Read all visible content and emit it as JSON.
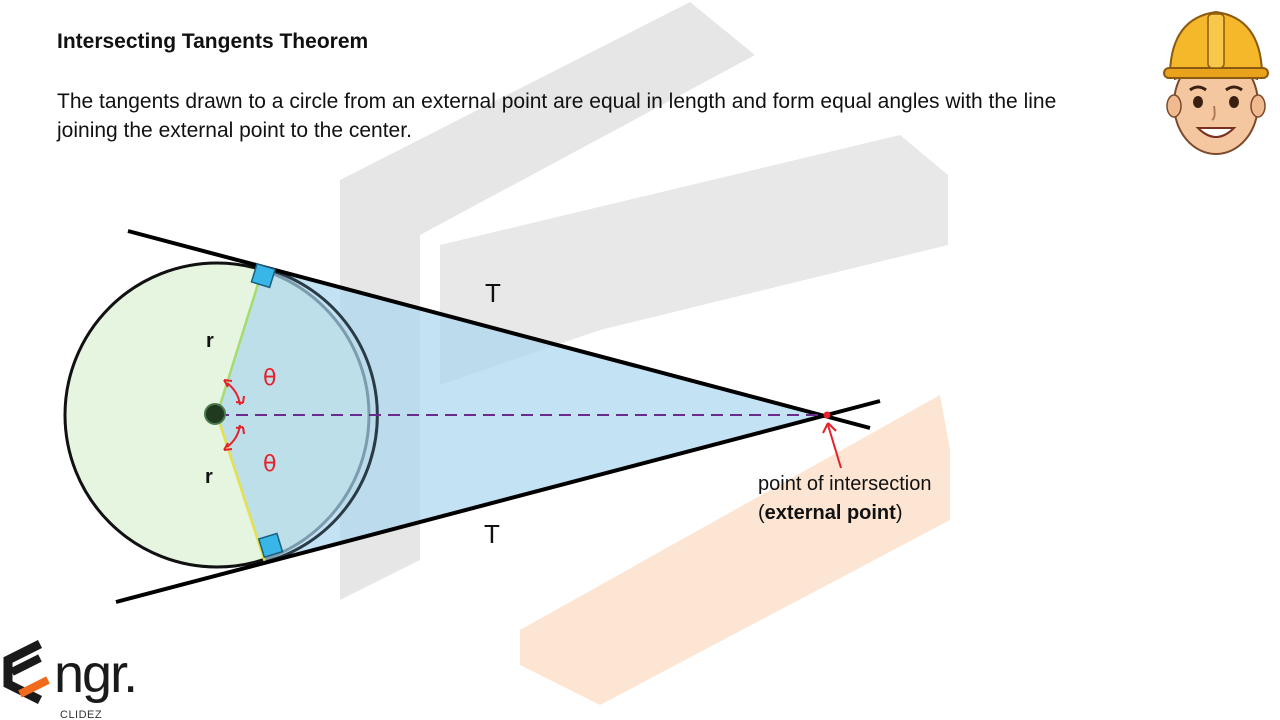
{
  "slide": {
    "title": "Intersecting Tangents Theorem",
    "description": "The tangents drawn to a circle from an external point are equal in length and form equal angles with the line joining the external point to the center."
  },
  "diagram": {
    "radius_label_top": "r",
    "radius_label_bottom": "r",
    "angle_label_top": "θ",
    "angle_label_bottom": "θ",
    "tangent_label_top": "T",
    "tangent_label_bottom": "T",
    "intersection_label_line1": "point of intersection",
    "intersection_label_open": "(",
    "intersection_label_bold": "external point",
    "intersection_label_close": ")"
  },
  "logo": {
    "text": "ngr.",
    "subtext": "CLIDEZ"
  },
  "colors": {
    "circle_fill": "#e6f5e0",
    "kite_fill": "#a9d6ee",
    "angle_mark": "#e8202a",
    "center_line": "#6a2c8c",
    "right_angle_box": "#38b6e8",
    "logo_accent": "#f26b1d",
    "background_shape_gray": "#e3e3e3",
    "background_shape_orange": "#fde3d0"
  }
}
